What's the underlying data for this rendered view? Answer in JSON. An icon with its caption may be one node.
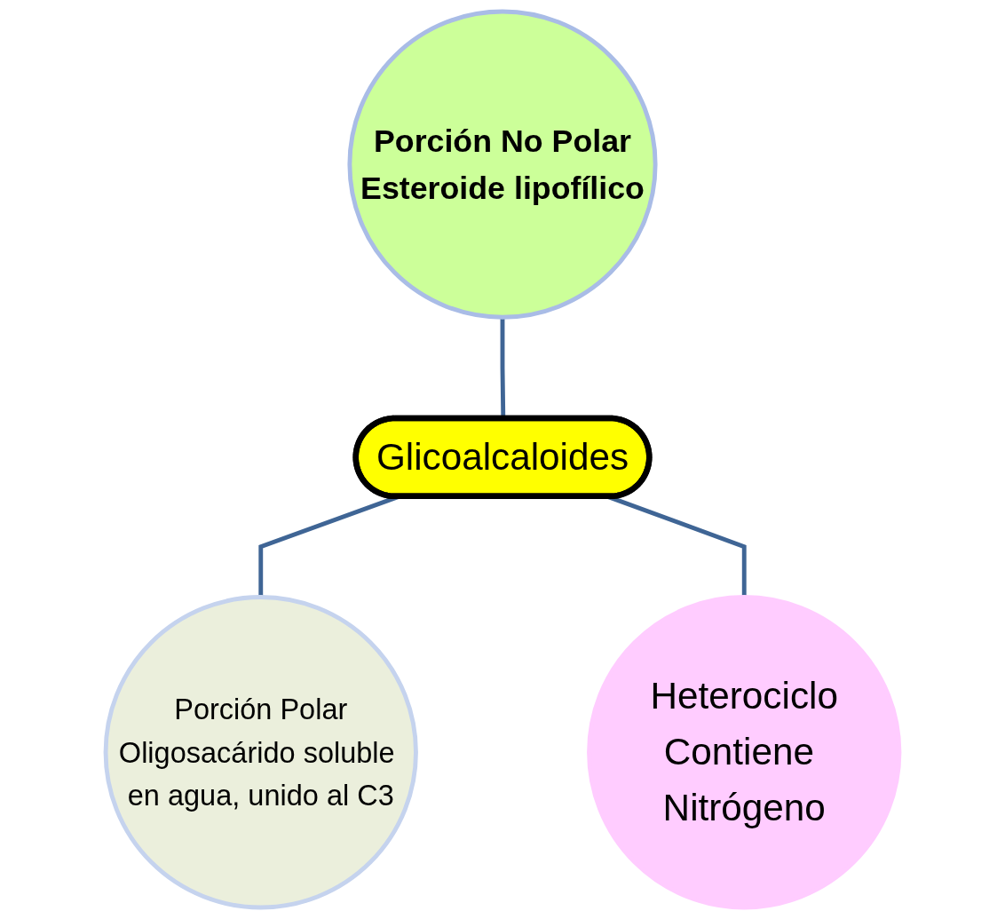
{
  "diagram": {
    "nodes": [
      {
        "text": [
          "Porción No Polar",
          "Esteroide lipofílico"
        ]
      },
      {
        "text": [
          "Glicoalcaloides"
        ]
      },
      {
        "text": [
          "Porción Polar",
          "Oligosacárido soluble en agua, unido al C3"
        ]
      },
      {
        "text": [
          "Heterociclo",
          "Contiene Nitrógeno"
        ]
      }
    ],
    "edges": [
      {
        "from": 0,
        "to": 1,
        "arrow": "none"
      },
      {
        "from": 1,
        "to": 2,
        "arrow": "none"
      },
      {
        "from": 1,
        "to": 3,
        "arrow": "none"
      }
    ]
  }
}
